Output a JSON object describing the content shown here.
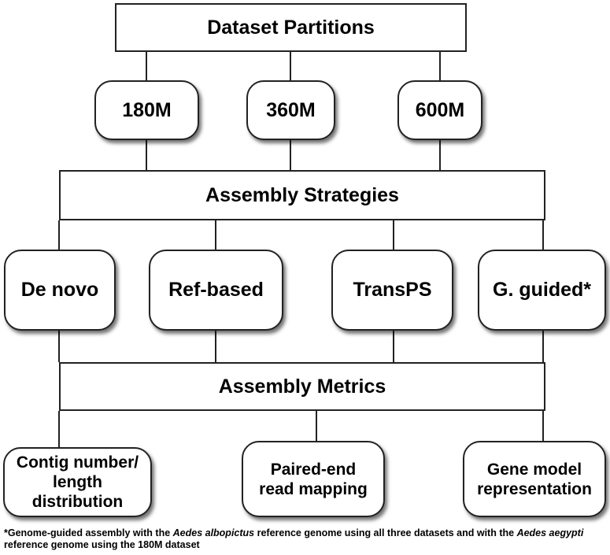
{
  "levels": {
    "partitions": {
      "title": "Dataset Partitions",
      "items": [
        "180M",
        "360M",
        "600M"
      ]
    },
    "strategies": {
      "title": "Assembly Strategies",
      "items": [
        "De novo",
        "Ref-based",
        "TransPS",
        "G. guided*"
      ]
    },
    "metrics": {
      "title": "Assembly Metrics",
      "items": [
        [
          "Contig number/",
          "length",
          "distribution"
        ],
        [
          "Paired-end",
          "read mapping"
        ],
        [
          "Gene model",
          "representation"
        ]
      ]
    }
  },
  "footnote": {
    "part1": "*Genome-guided assembly with the ",
    "species1": "Aedes albopictus",
    "part2": " reference genome using all three datasets and with the ",
    "species2": "Aedes aegypti",
    "part3": " reference genome using the 180M dataset"
  }
}
